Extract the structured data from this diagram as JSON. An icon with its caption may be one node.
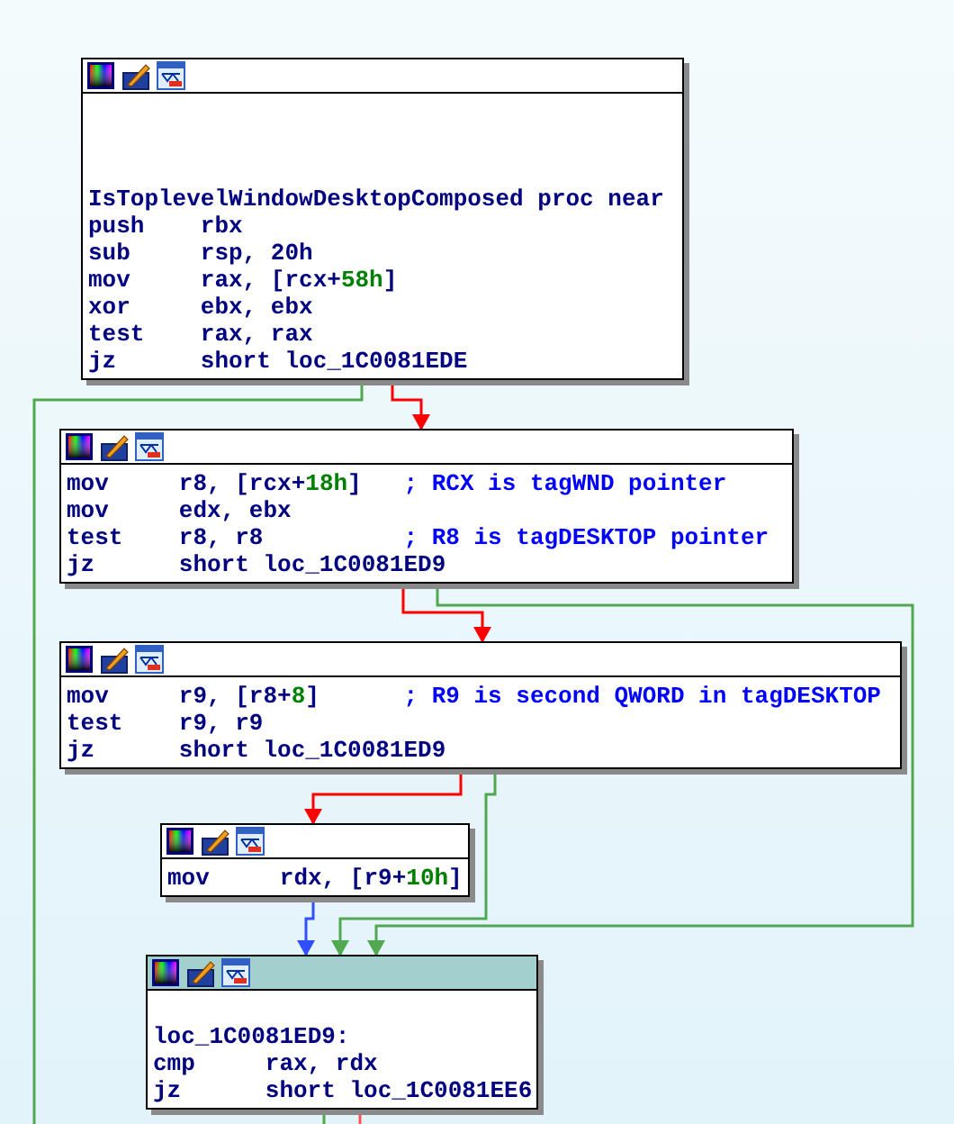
{
  "diagram": {
    "nodes": [
      {
        "text": [
          "IsToplevelWindowDesktopComposed proc near",
          "push rbx",
          "sub rsp, 20h",
          "mov rax, [rcx+58h]",
          "xor ebx, ebx",
          "test rax, rax",
          "jz short loc_1C0081EDE"
        ]
      },
      {
        "text": [
          "mov r8, [rcx+18h] ; RCX is tagWND pointer",
          "mov edx, ebx",
          "test r8, r8 ; R8 is tagDESKTOP pointer",
          "jz short loc_1C0081ED9"
        ]
      },
      {
        "text": [
          "mov r9, [r8+8] ; R9 is second QWORD in tagDESKTOP",
          "test r9, r9",
          "jz short loc_1C0081ED9"
        ]
      },
      {
        "text": [
          "mov rdx, [r9+10h]"
        ]
      },
      {
        "text": [
          "loc_1C0081ED9:",
          "cmp rax, rdx",
          "jz short loc_1C0081EE6"
        ]
      }
    ],
    "edges": [
      {
        "from": 0,
        "to": 1,
        "arrow": "to",
        "color": "#ff0000"
      },
      {
        "from": 0,
        "to": null,
        "arrow": "none",
        "color": "#50a850"
      },
      {
        "from": 1,
        "to": 2,
        "arrow": "to",
        "color": "#ff0000"
      },
      {
        "from": 1,
        "to": 4,
        "arrow": "to",
        "color": "#50a850"
      },
      {
        "from": 2,
        "to": 3,
        "arrow": "to",
        "color": "#ff0000"
      },
      {
        "from": 2,
        "to": 4,
        "arrow": "to",
        "color": "#50a850"
      },
      {
        "from": 3,
        "to": 4,
        "arrow": "to",
        "color": "#3050ff"
      },
      {
        "from": 4,
        "to": null,
        "arrow": "none",
        "color": "#50a850"
      },
      {
        "from": 4,
        "to": null,
        "arrow": "none",
        "color": "#ff5050"
      }
    ]
  }
}
